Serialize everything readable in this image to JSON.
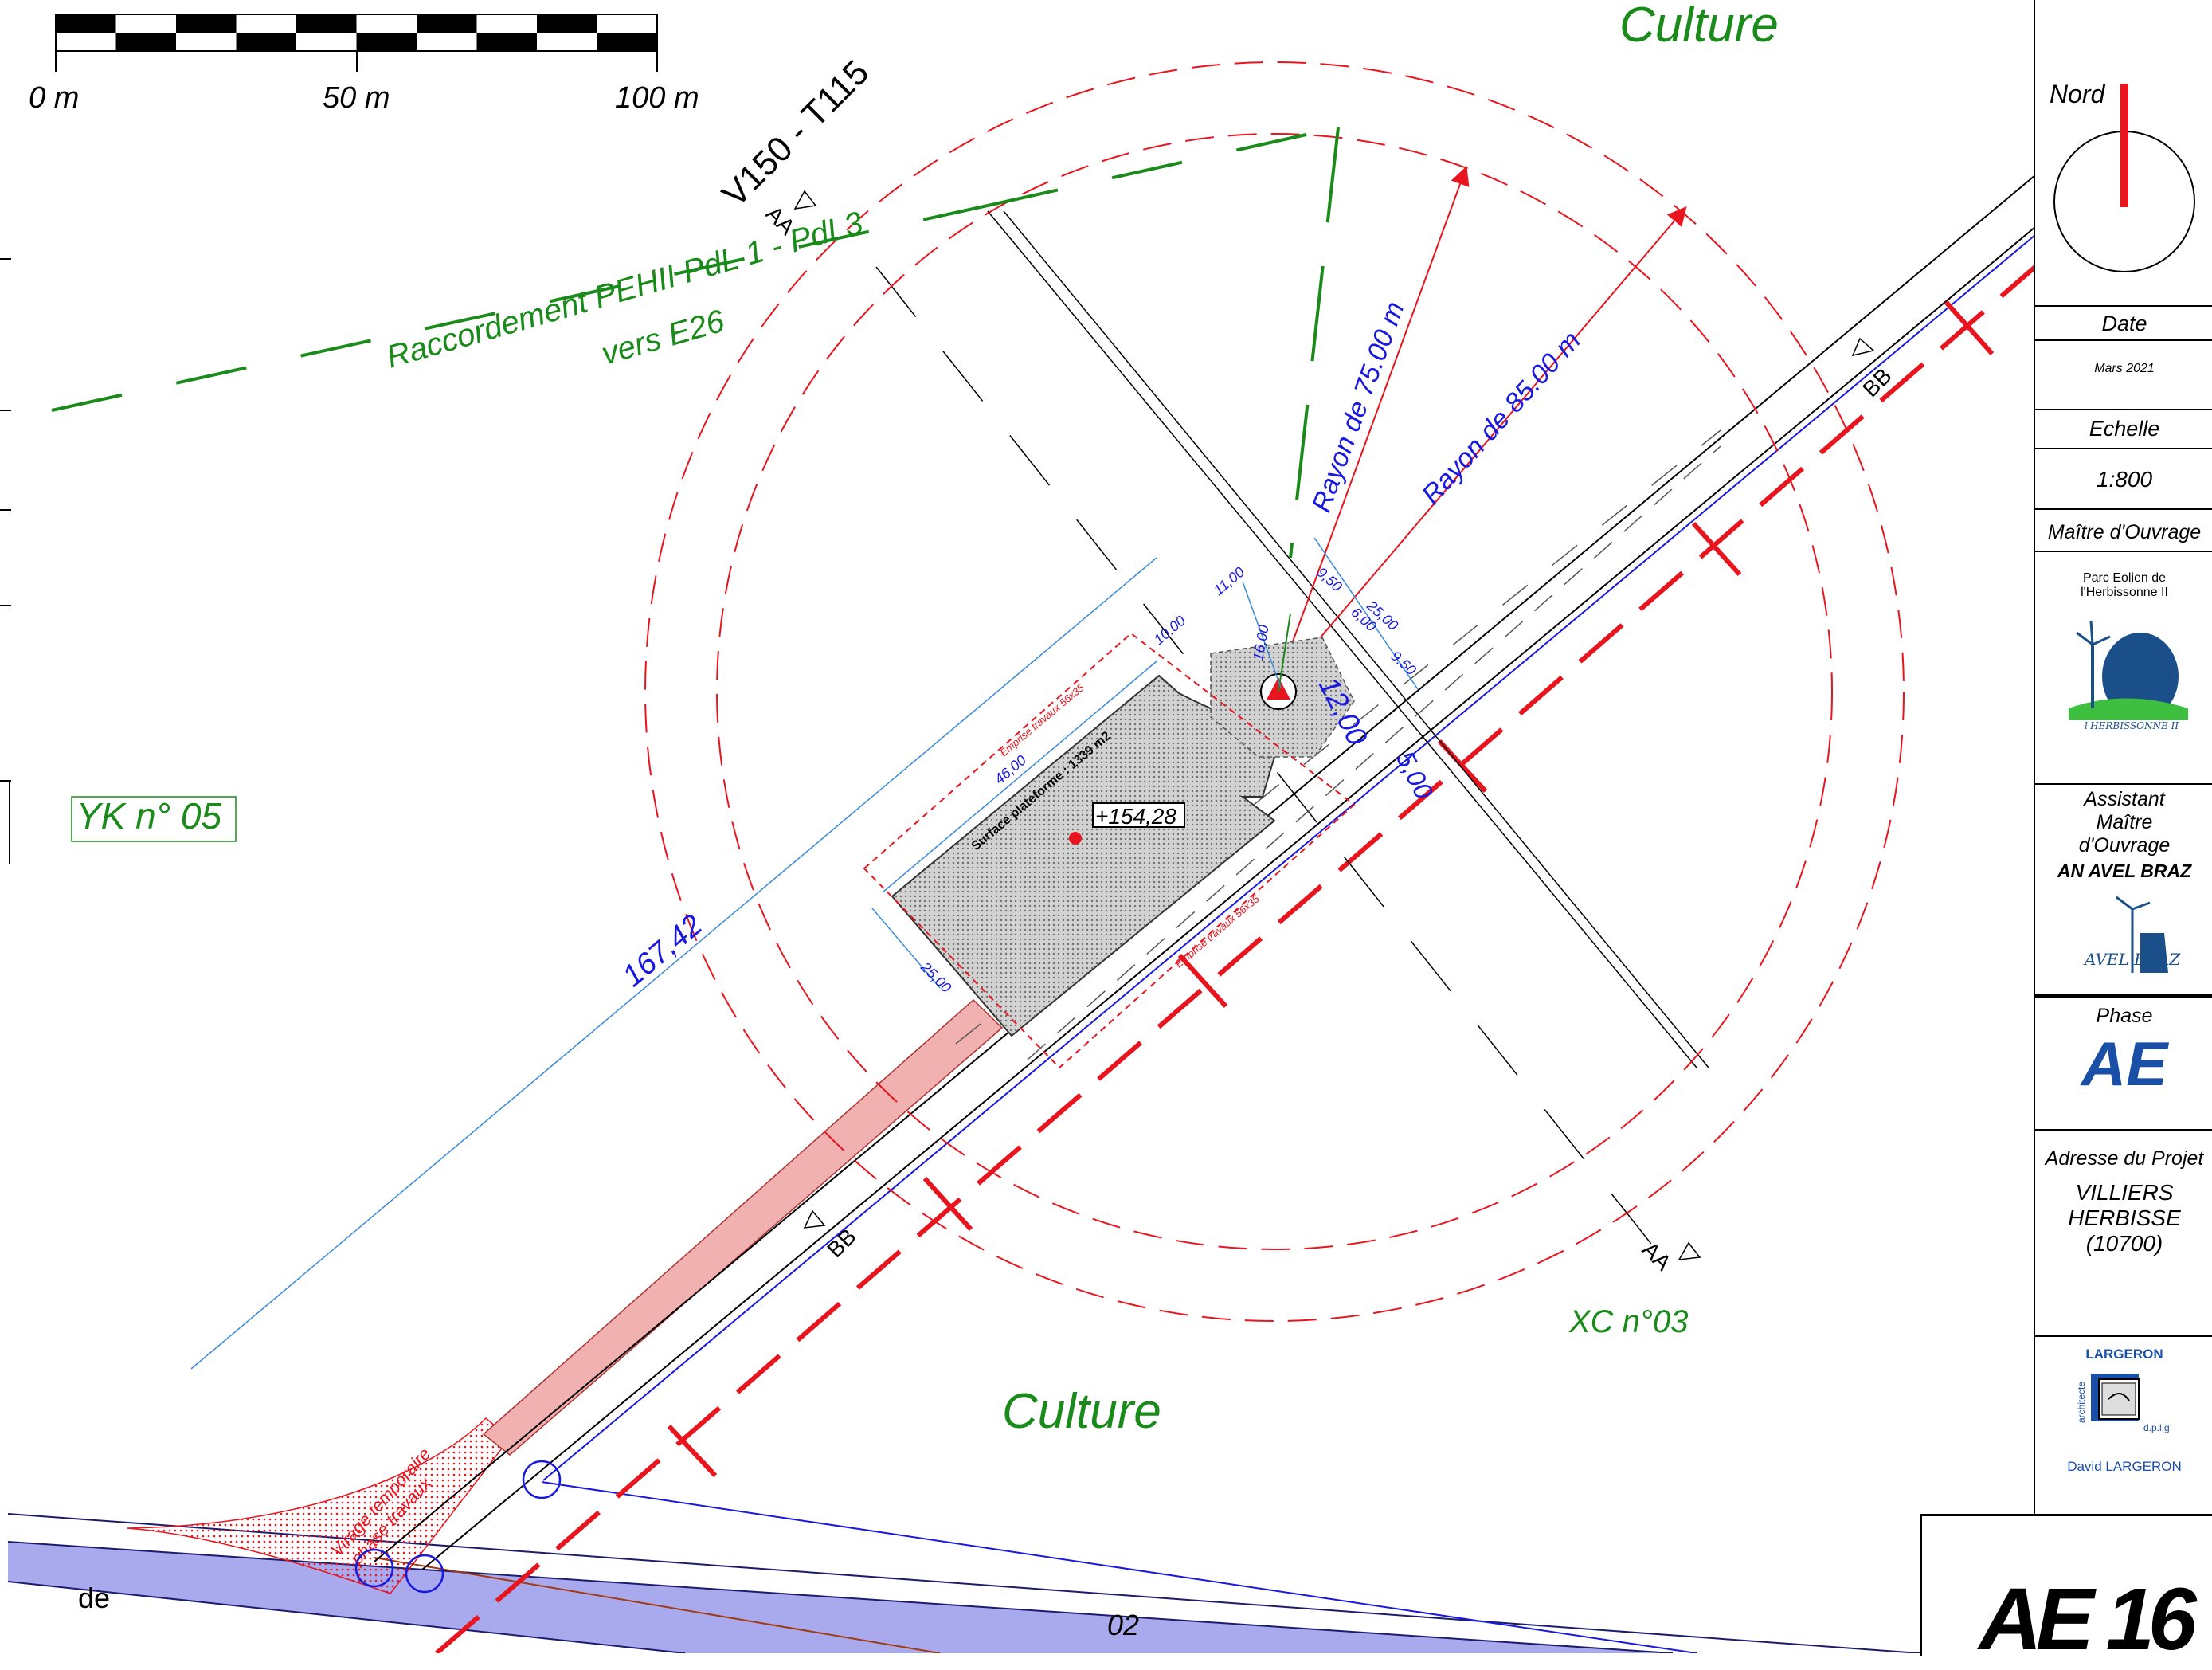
{
  "scale_bar": {
    "labels": [
      "0 m",
      "50 m",
      "100 m"
    ]
  },
  "labels": {
    "culture_top": "Culture",
    "culture_bottom": "Culture",
    "turbine": "V150 - T115",
    "cable_line1": "Raccordement PEHII PdL 1 - PdL3",
    "cable_line2": "vers E26",
    "parcel_yk": "YK n° 05",
    "parcel_xc": "XC n°03",
    "radius_75": "Rayon de 75.00 m",
    "radius_85": "Rayon de 85.00 m",
    "dim_167": "167,42",
    "dim_12": "12,00",
    "dim_5": "5,00",
    "dim_46": "46,00",
    "dim_25a": "25,00",
    "dim_25b": "25,00",
    "dim_11": "11,00",
    "dim_16": "16,00",
    "dim_950a": "9,50",
    "dim_950b": "9,50",
    "dim_6": "6,00",
    "dim_10": "10,00",
    "elevation": "+154,28",
    "surface": "Surface plateforme : 1339 m2",
    "emprise_top": "Emprise travaux 56x35",
    "emprise_bottom": "Emprise travaux 56x35",
    "virage": "Virage temporaire",
    "phase_travaux": "phase travaux",
    "section_aa_top": "AA",
    "section_aa_bottom": "AA",
    "section_bb_top": "BB",
    "section_bb_bottom": "BB",
    "road_de": "de",
    "road_02": "02"
  },
  "cartouche": {
    "north_label": "Nord",
    "date_label": "Date",
    "date_value": "Mars 2021",
    "scale_label": "Echelle",
    "scale_value": "1:800",
    "moa_label": "Maître d'Ouvrage",
    "moa_name": "Parc Eolien de l'Herbissonne II",
    "moa_logo_text": "l'HERBISSONNE II",
    "amo_label": "Assistant Maître d'Ouvrage",
    "amo_name": "AN AVEL BRAZ",
    "amo_logo_text": "AVEL BRAZ",
    "phase_label": "Phase",
    "phase_value": "AE",
    "address_label": "Adresse du Projet",
    "address_line1": "VILLIERS",
    "address_line2": "HERBISSE",
    "address_line3": "(10700)",
    "architect_firm": "LARGERON",
    "architect_side": "architecte",
    "architect_dplg": "d.p.l.g",
    "architect_name": "David LARGERON",
    "sheet_number": "AE 16"
  },
  "colors": {
    "green": "#1a8a1a",
    "red": "#e8141e",
    "blue": "#1818e0",
    "lightblue": "#3a8ad8",
    "road": "#a9a9ee",
    "access": "#f2b1b1",
    "platform": "#b9b9b9"
  }
}
